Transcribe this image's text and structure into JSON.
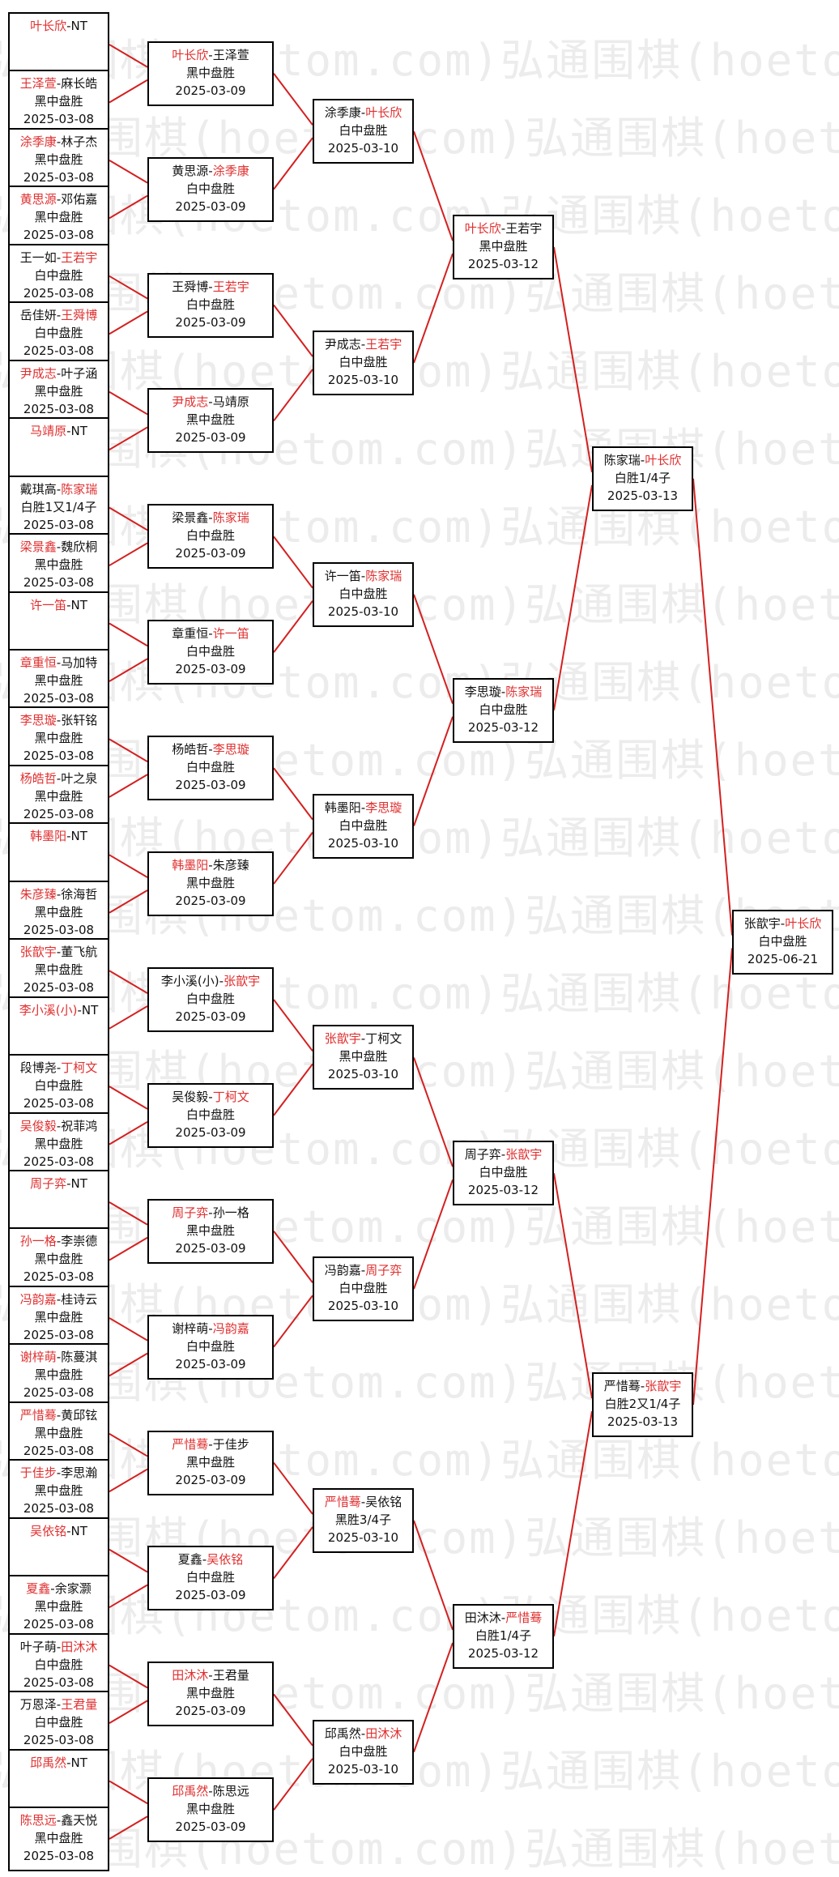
{
  "watermark": "弘通围棋(hoetom.com)弘通围棋(hoetom.com)弘通围棋(hoetom.com)",
  "colors": {
    "line": "#d42020",
    "winner": "#e03030"
  },
  "round1": [
    {
      "p": [
        "叶长欣",
        "NT"
      ],
      "w": 0,
      "r": "",
      "d": ""
    },
    {
      "p": [
        "王泽萱",
        "麻长皓"
      ],
      "w": 0,
      "r": "黑中盘胜",
      "d": "2025-03-08"
    },
    {
      "p": [
        "涂季康",
        "林子杰"
      ],
      "w": 0,
      "r": "黑中盘胜",
      "d": "2025-03-08"
    },
    {
      "p": [
        "黄思源",
        "邓佑嘉"
      ],
      "w": 0,
      "r": "黑中盘胜",
      "d": "2025-03-08"
    },
    {
      "p": [
        "王一如",
        "王若宇"
      ],
      "w": 1,
      "r": "白中盘胜",
      "d": "2025-03-08"
    },
    {
      "p": [
        "岳佳妍",
        "王舜博"
      ],
      "w": 1,
      "r": "白中盘胜",
      "d": "2025-03-08"
    },
    {
      "p": [
        "尹成志",
        "叶子涵"
      ],
      "w": 0,
      "r": "黑中盘胜",
      "d": "2025-03-08"
    },
    {
      "p": [
        "马靖原",
        "NT"
      ],
      "w": 0,
      "r": "",
      "d": ""
    },
    {
      "p": [
        "戴琪高",
        "陈家瑞"
      ],
      "w": 1,
      "r": "白胜1又1/4子",
      "d": "2025-03-08"
    },
    {
      "p": [
        "梁景鑫",
        "魏欣桐"
      ],
      "w": 0,
      "r": "黑中盘胜",
      "d": "2025-03-08"
    },
    {
      "p": [
        "许一笛",
        "NT"
      ],
      "w": 0,
      "r": "",
      "d": ""
    },
    {
      "p": [
        "章重恒",
        "马加特"
      ],
      "w": 0,
      "r": "黑中盘胜",
      "d": "2025-03-08"
    },
    {
      "p": [
        "李思璇",
        "张轩铭"
      ],
      "w": 0,
      "r": "黑中盘胜",
      "d": "2025-03-08"
    },
    {
      "p": [
        "杨皓哲",
        "叶之泉"
      ],
      "w": 0,
      "r": "黑中盘胜",
      "d": "2025-03-08"
    },
    {
      "p": [
        "韩墨阳",
        "NT"
      ],
      "w": 0,
      "r": "",
      "d": ""
    },
    {
      "p": [
        "朱彦臻",
        "徐海哲"
      ],
      "w": 0,
      "r": "黑中盘胜",
      "d": "2025-03-08"
    },
    {
      "p": [
        "张歆宇",
        "董飞航"
      ],
      "w": 0,
      "r": "黑中盘胜",
      "d": "2025-03-08"
    },
    {
      "p": [
        "李小溪(小)",
        "NT"
      ],
      "w": 0,
      "r": "",
      "d": ""
    },
    {
      "p": [
        "段博尧",
        "丁柯文"
      ],
      "w": 1,
      "r": "白中盘胜",
      "d": "2025-03-08"
    },
    {
      "p": [
        "吴俊毅",
        "祝菲鸿"
      ],
      "w": 0,
      "r": "黑中盘胜",
      "d": "2025-03-08"
    },
    {
      "p": [
        "周子弈",
        "NT"
      ],
      "w": 0,
      "r": "",
      "d": ""
    },
    {
      "p": [
        "孙一格",
        "李崇德"
      ],
      "w": 0,
      "r": "黑中盘胜",
      "d": "2025-03-08"
    },
    {
      "p": [
        "冯韵嘉",
        "桂诗云"
      ],
      "w": 0,
      "r": "黑中盘胜",
      "d": "2025-03-08"
    },
    {
      "p": [
        "谢梓萌",
        "陈蔓淇"
      ],
      "w": 0,
      "r": "黑中盘胜",
      "d": "2025-03-08"
    },
    {
      "p": [
        "严惜蓦",
        "黄邱铉"
      ],
      "w": 0,
      "r": "黑中盘胜",
      "d": "2025-03-08"
    },
    {
      "p": [
        "于佳步",
        "李思瀚"
      ],
      "w": 0,
      "r": "黑中盘胜",
      "d": "2025-03-08"
    },
    {
      "p": [
        "吴依铭",
        "NT"
      ],
      "w": 0,
      "r": "",
      "d": ""
    },
    {
      "p": [
        "夏鑫",
        "余家灏"
      ],
      "w": 0,
      "r": "黑中盘胜",
      "d": "2025-03-08"
    },
    {
      "p": [
        "叶子萌",
        "田沐沐"
      ],
      "w": 1,
      "r": "白中盘胜",
      "d": "2025-03-08"
    },
    {
      "p": [
        "万恩泽",
        "王君量"
      ],
      "w": 1,
      "r": "白中盘胜",
      "d": "2025-03-08"
    },
    {
      "p": [
        "邱禹然",
        "NT"
      ],
      "w": 0,
      "r": "",
      "d": ""
    },
    {
      "p": [
        "陈思远",
        "鑫天悦"
      ],
      "w": 0,
      "r": "黑中盘胜",
      "d": "2025-03-08"
    }
  ],
  "round2": [
    {
      "p": [
        "叶长欣",
        "王泽萱"
      ],
      "w": 0,
      "r": "黑中盘胜",
      "d": "2025-03-09"
    },
    {
      "p": [
        "黄思源",
        "涂季康"
      ],
      "w": 1,
      "r": "白中盘胜",
      "d": "2025-03-09"
    },
    {
      "p": [
        "王舜博",
        "王若宇"
      ],
      "w": 1,
      "r": "白中盘胜",
      "d": "2025-03-09"
    },
    {
      "p": [
        "尹成志",
        "马靖原"
      ],
      "w": 0,
      "r": "黑中盘胜",
      "d": "2025-03-09"
    },
    {
      "p": [
        "梁景鑫",
        "陈家瑞"
      ],
      "w": 1,
      "r": "白中盘胜",
      "d": "2025-03-09"
    },
    {
      "p": [
        "章重恒",
        "许一笛"
      ],
      "w": 1,
      "r": "白中盘胜",
      "d": "2025-03-09"
    },
    {
      "p": [
        "杨皓哲",
        "李思璇"
      ],
      "w": 1,
      "r": "白中盘胜",
      "d": "2025-03-09"
    },
    {
      "p": [
        "韩墨阳",
        "朱彦臻"
      ],
      "w": 0,
      "r": "黑中盘胜",
      "d": "2025-03-09"
    },
    {
      "p": [
        "李小溪(小)",
        "张歆宇"
      ],
      "w": 1,
      "r": "白中盘胜",
      "d": "2025-03-09"
    },
    {
      "p": [
        "吴俊毅",
        "丁柯文"
      ],
      "w": 1,
      "r": "白中盘胜",
      "d": "2025-03-09"
    },
    {
      "p": [
        "周子弈",
        "孙一格"
      ],
      "w": 0,
      "r": "黑中盘胜",
      "d": "2025-03-09"
    },
    {
      "p": [
        "谢梓萌",
        "冯韵嘉"
      ],
      "w": 1,
      "r": "白中盘胜",
      "d": "2025-03-09"
    },
    {
      "p": [
        "严惜蓦",
        "于佳步"
      ],
      "w": 0,
      "r": "黑中盘胜",
      "d": "2025-03-09"
    },
    {
      "p": [
        "夏鑫",
        "吴依铭"
      ],
      "w": 1,
      "r": "白中盘胜",
      "d": "2025-03-09"
    },
    {
      "p": [
        "田沐沐",
        "王君量"
      ],
      "w": 0,
      "r": "黑中盘胜",
      "d": "2025-03-09"
    },
    {
      "p": [
        "邱禹然",
        "陈思远"
      ],
      "w": 0,
      "r": "黑中盘胜",
      "d": "2025-03-09"
    }
  ],
  "round3": [
    {
      "p": [
        "涂季康",
        "叶长欣"
      ],
      "w": 1,
      "r": "白中盘胜",
      "d": "2025-03-10"
    },
    {
      "p": [
        "尹成志",
        "王若宇"
      ],
      "w": 1,
      "r": "白中盘胜",
      "d": "2025-03-10"
    },
    {
      "p": [
        "许一笛",
        "陈家瑞"
      ],
      "w": 1,
      "r": "白中盘胜",
      "d": "2025-03-10"
    },
    {
      "p": [
        "韩墨阳",
        "李思璇"
      ],
      "w": 1,
      "r": "白中盘胜",
      "d": "2025-03-10"
    },
    {
      "p": [
        "张歆宇",
        "丁柯文"
      ],
      "w": 0,
      "r": "黑中盘胜",
      "d": "2025-03-10"
    },
    {
      "p": [
        "冯韵嘉",
        "周子弈"
      ],
      "w": 1,
      "r": "白中盘胜",
      "d": "2025-03-10"
    },
    {
      "p": [
        "严惜蓦",
        "吴依铭"
      ],
      "w": 0,
      "r": "黑胜3/4子",
      "d": "2025-03-10"
    },
    {
      "p": [
        "邱禹然",
        "田沐沐"
      ],
      "w": 1,
      "r": "白中盘胜",
      "d": "2025-03-10"
    }
  ],
  "round4": [
    {
      "p": [
        "叶长欣",
        "王若宇"
      ],
      "w": 0,
      "r": "黑中盘胜",
      "d": "2025-03-12"
    },
    {
      "p": [
        "李思璇",
        "陈家瑞"
      ],
      "w": 1,
      "r": "白中盘胜",
      "d": "2025-03-12"
    },
    {
      "p": [
        "周子弈",
        "张歆宇"
      ],
      "w": 1,
      "r": "白中盘胜",
      "d": "2025-03-12"
    },
    {
      "p": [
        "田沐沐",
        "严惜蓦"
      ],
      "w": 1,
      "r": "白胜1/4子",
      "d": "2025-03-12"
    }
  ],
  "round5": [
    {
      "p": [
        "陈家瑞",
        "叶长欣"
      ],
      "w": 1,
      "r": "白胜1/4子",
      "d": "2025-03-13"
    },
    {
      "p": [
        "严惜蓦",
        "张歆宇"
      ],
      "w": 1,
      "r": "白胜2又1/4子",
      "d": "2025-03-13"
    }
  ],
  "round6": [
    {
      "p": [
        "张歆宇",
        "叶长欣"
      ],
      "w": 1,
      "r": "白中盘胜",
      "d": "2025-06-21"
    }
  ]
}
